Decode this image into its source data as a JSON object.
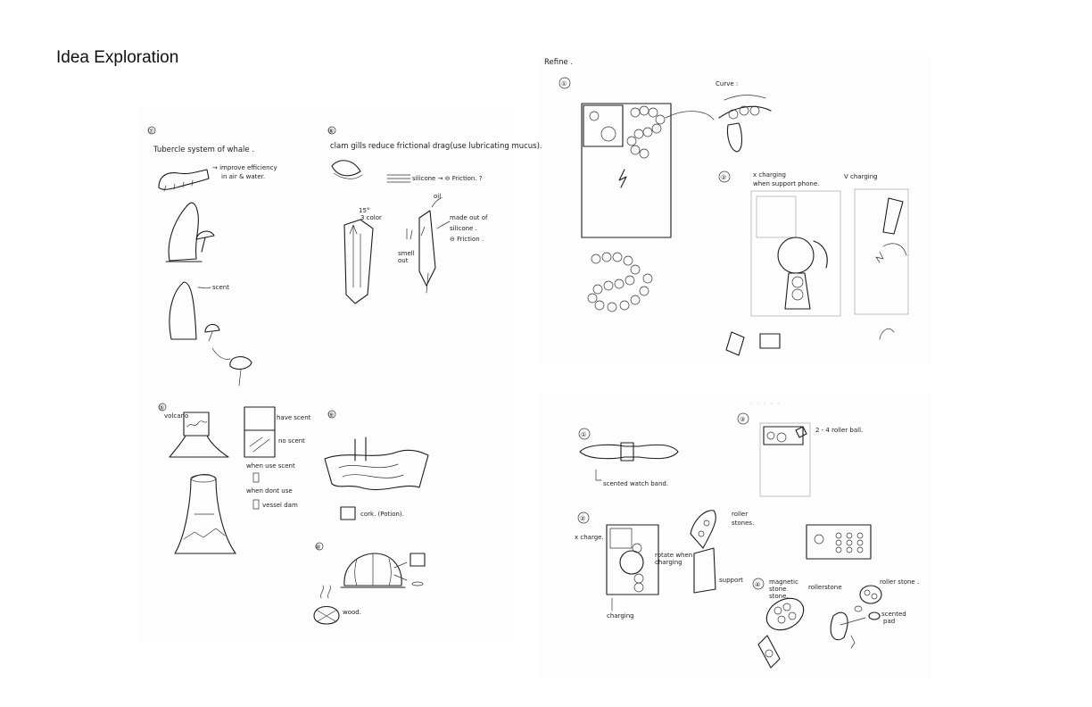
{
  "page": {
    "title": "Idea Exploration"
  },
  "left_sheet": {
    "sketch_a": {
      "number": "⑦.",
      "title": "Tubercle system of whale .",
      "note_1": "→ improve efficiency",
      "note_2": "in air & water.",
      "scent_label": "scent"
    },
    "sketch_b": {
      "number": "⑧.",
      "title": "clam gills reduce frictional drag(use lubricating mucus).",
      "silicone_note": "silicone → ⊖ Friction. ?",
      "oil_label": "oil.",
      "pen_label_1": "15°",
      "pen_label_2": "3 color",
      "smell_label_1": "smell",
      "smell_label_2": "out",
      "made_note_1": "made out of",
      "made_note_2": "silicone .",
      "made_note_3": "⊖ Friction ."
    },
    "sketch_c": {
      "number": "⑤",
      "volcano_label": "volcano",
      "have_scent": "have scent",
      "no_scent": "no scent",
      "when_use": "when use scent",
      "when_dont": "when dont use",
      "vessel_label": "vessel dam"
    },
    "sketch_d": {
      "number": "⑨",
      "cork_label": "cork. (Potion)."
    },
    "sketch_e": {
      "number": "⑩",
      "wood_label": "wood."
    }
  },
  "right_sheet": {
    "refine_label": "Refine .",
    "sketch_1": {
      "number": "①",
      "curve_label": "Curve :"
    },
    "sketch_2": {
      "number": "②",
      "x_charging_1": "x charging",
      "x_charging_2": "when support phone.",
      "v_charging": "V charging"
    }
  },
  "lower_sheet": {
    "sketch_1": {
      "number": "①",
      "watch_label": "scented watch band."
    },
    "sketch_2": {
      "number": "②",
      "x_charge": "x charge.",
      "rotate_1": "rotate when",
      "rotate_2": "charging",
      "roller_1": "roller",
      "roller_2": "stones.",
      "support_label": "support",
      "charging_label": "charging"
    },
    "sketch_3": {
      "number": "③",
      "roller_ball": "2 - 4 roller ball."
    },
    "sketch_4": {
      "number": "④",
      "magnetic_1": "magnetic",
      "magnetic_2": "stone",
      "magnetic_3": "stone.",
      "rollerstone": "rollerstone",
      "roller_stone_2": "roller stone .",
      "scented_1": "scented",
      "scented_2": "pad"
    }
  }
}
